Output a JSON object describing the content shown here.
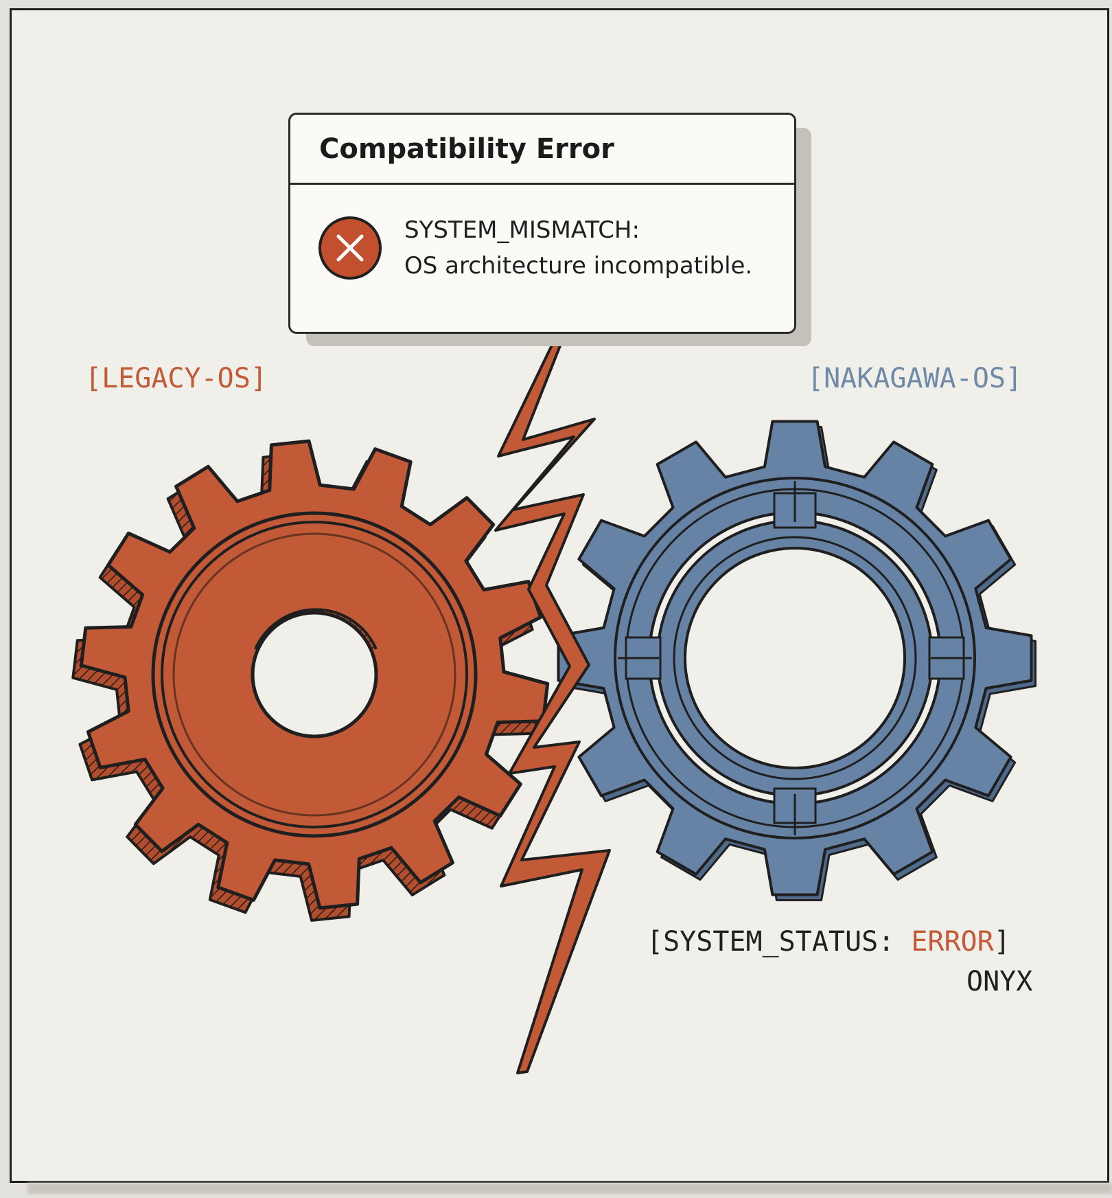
{
  "dialog": {
    "title": "Compatibility Error",
    "message_line1": "SYSTEM_MISMATCH:",
    "message_line2": "OS architecture incompatible.",
    "icon": "error-x-icon"
  },
  "labels": {
    "legacy": "[LEGACY-OS]",
    "nakagawa": "[NAKAGAWA-OS]"
  },
  "status": {
    "prefix": "[SYSTEM_STATUS: ",
    "value": "ERROR",
    "suffix": "]",
    "name": "ONYX"
  },
  "colors": {
    "legacy_gear": "#c25a38",
    "nakagawa_gear": "#6683a6",
    "error_icon": "#c2502f",
    "background": "#f1efe9",
    "outline": "#1f1f1f"
  }
}
